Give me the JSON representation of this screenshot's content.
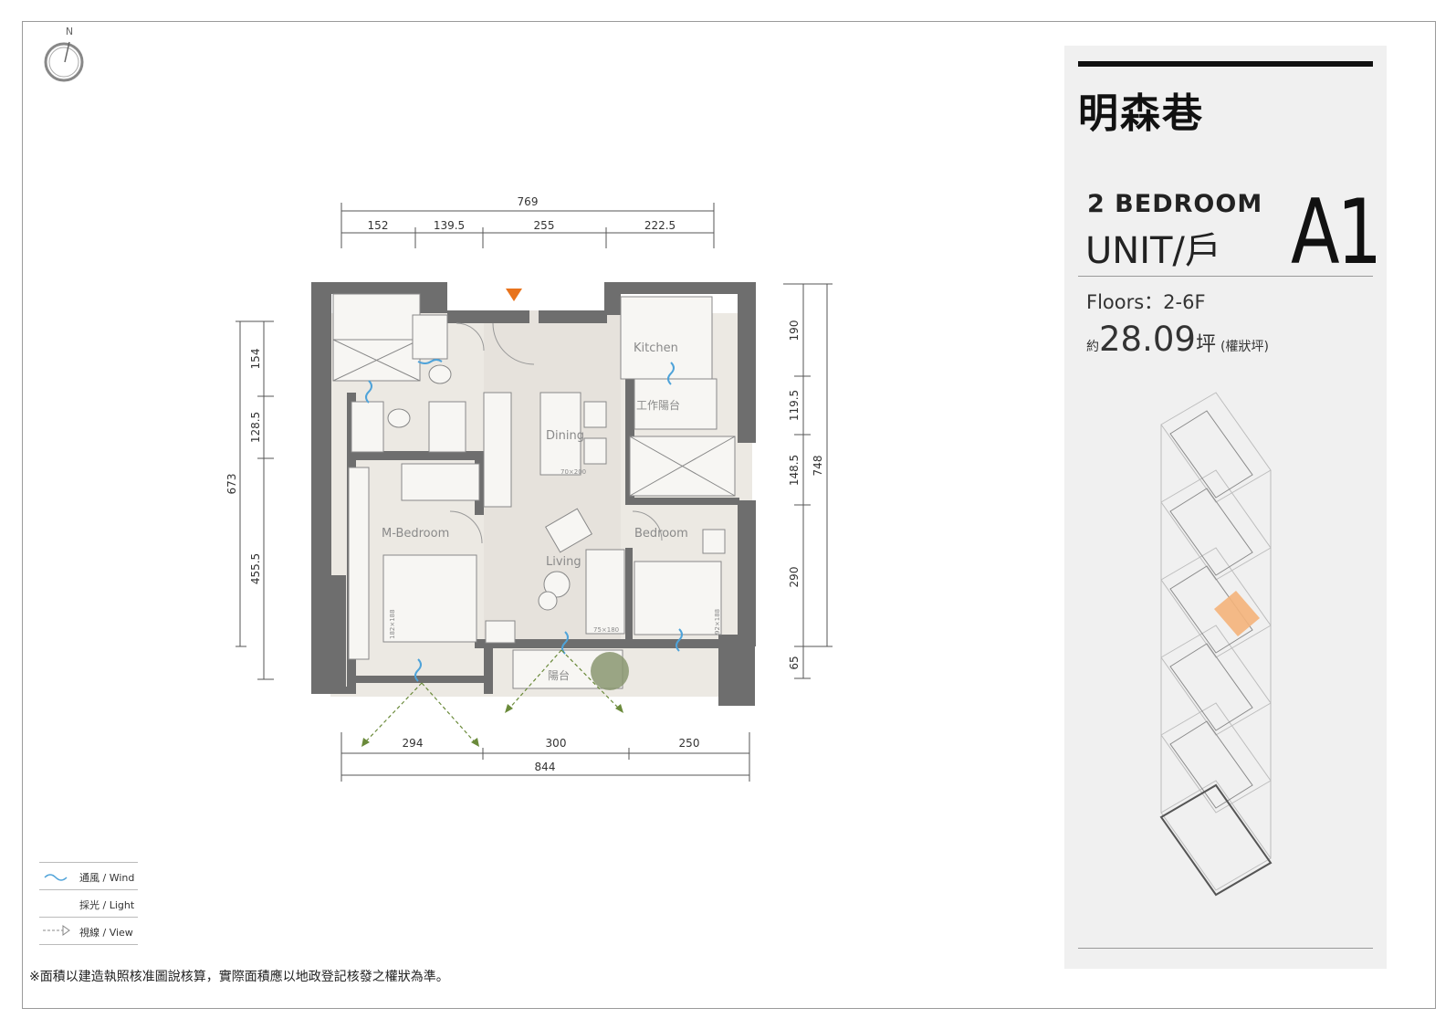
{
  "compass": {
    "label": "N"
  },
  "project": {
    "name": "明森巷"
  },
  "unit": {
    "bedrooms": "2  BEDROOM",
    "label": "UNIT/戶",
    "code": "A1",
    "floors": "Floors：2-6F",
    "area_prefix": "約",
    "area_value": "28.09",
    "area_unit": "坪",
    "area_note": "(權狀坪)"
  },
  "rooms": {
    "kitchen": "Kitchen",
    "service_balcony": "工作陽台",
    "dining": "Dining",
    "dining_table": "70×200",
    "master_bedroom": "M-Bedroom",
    "living": "Living",
    "bedroom": "Bedroom",
    "balcony": "陽台",
    "bed_master": "182×188",
    "sofa": "75×180",
    "bed_second": "92×188"
  },
  "dimensions": {
    "top_total": "769",
    "top_segments": [
      "152",
      "139.5",
      "255",
      "222.5"
    ],
    "left_total": "673",
    "left_segments": [
      "154",
      "128.5",
      "455.5"
    ],
    "right_total": "748",
    "right_segments": [
      "190",
      "119.5",
      "148.5",
      "290",
      "65"
    ],
    "bottom_total": "844",
    "bottom_segments": [
      "294",
      "300",
      "250"
    ]
  },
  "legend": [
    {
      "icon": "wind-icon",
      "label": "通風 / Wind"
    },
    {
      "icon": "light-icon",
      "label": "採光 / Light"
    },
    {
      "icon": "view-icon",
      "label": "視線 / View"
    }
  ],
  "footnote": "※面積以建造執照核准圖說核算，實際面積應以地政登記核發之權狀為準。",
  "colors": {
    "wall": "#6e6e6e",
    "floor": "#ece9e3",
    "entry_marker": "#e8731c",
    "wind": "#4fa3d9",
    "view": "#6a8a3a",
    "highlight": "#f4b27a",
    "panel_bg": "#f0f0f0"
  }
}
